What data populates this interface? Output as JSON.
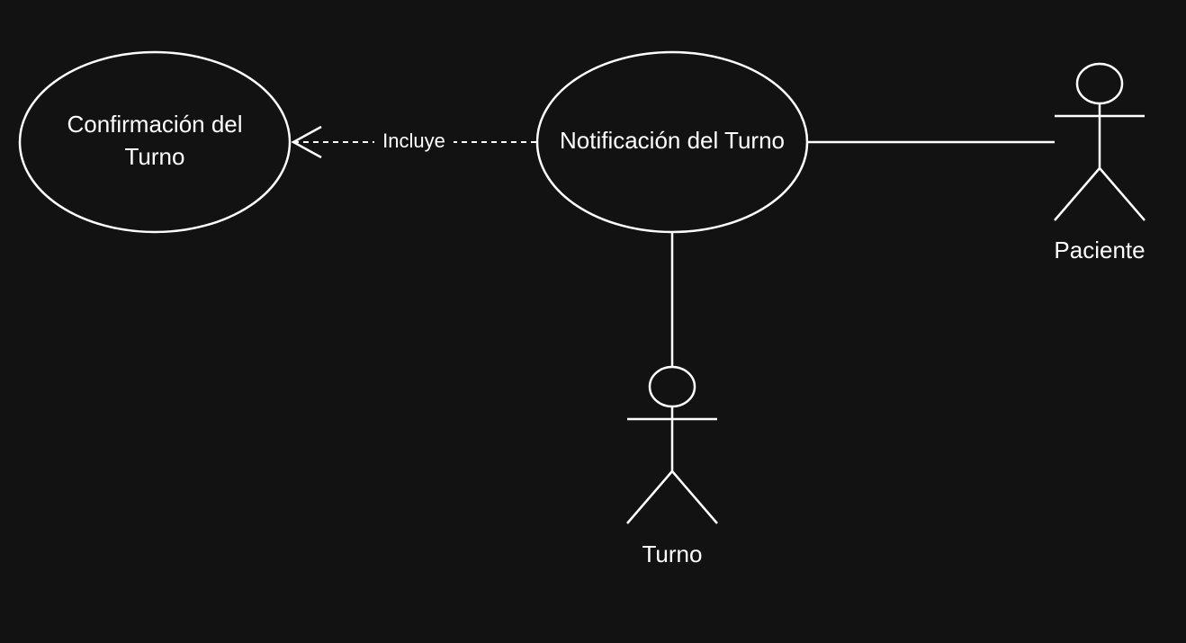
{
  "diagram": {
    "use_cases": {
      "confirmacion": {
        "line1": "Confirmación del",
        "line2": "Turno"
      },
      "notificacion": {
        "label": "Notificación del Turno"
      }
    },
    "relationships": {
      "include_label": "Incluye"
    },
    "actors": {
      "paciente": "Paciente",
      "turno": "Turno"
    }
  },
  "colors": {
    "background": "#121212",
    "foreground": "#ffffff"
  }
}
